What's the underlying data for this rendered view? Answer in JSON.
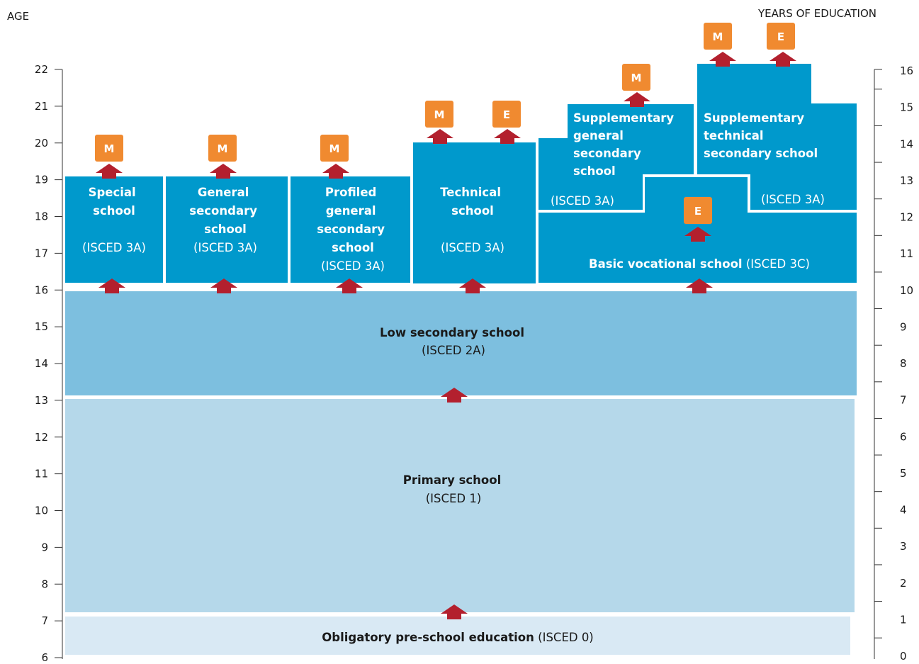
{
  "axes": {
    "left_title": "AGE",
    "right_title": "YEARS OF EDUCATION",
    "age_ticks": [
      "6",
      "7",
      "8",
      "9",
      "10",
      "11",
      "12",
      "13",
      "14",
      "15",
      "16",
      "17",
      "18",
      "19",
      "20",
      "21",
      "22"
    ],
    "year_ticks": [
      "0",
      "1",
      "2",
      "3",
      "4",
      "5",
      "6",
      "7",
      "8",
      "9",
      "10",
      "11",
      "12",
      "13",
      "14",
      "15",
      "16"
    ]
  },
  "colors": {
    "upper_secondary": "#0099cc",
    "low_secondary": "#7dbfdf",
    "primary": "#b5d8ea",
    "preschool": "#d9e9f4",
    "badge": "#f08a30",
    "arrow": "#b3202e"
  },
  "blocks": {
    "preschool": {
      "name": "Obligatory pre-school education",
      "isced": "(ISCED 0)"
    },
    "primary": {
      "name": "Primary school",
      "isced": "(ISCED 1)"
    },
    "low_secondary": {
      "name": "Low secondary school",
      "isced": "(ISCED 2A)"
    },
    "special": {
      "line1": "Special",
      "line2": "school",
      "isced": "(ISCED 3A)"
    },
    "general": {
      "line1": "General",
      "line2": "secondary",
      "line3": "school",
      "isced": "(ISCED 3A)"
    },
    "profiled": {
      "line1": "Profiled",
      "line2": "general",
      "line3": "secondary",
      "line4": "school",
      "isced": "(ISCED 3A)"
    },
    "technical": {
      "line1": "Technical",
      "line2": "school",
      "isced": "(ISCED 3A)"
    },
    "supp_general": {
      "line1": "Supplementary",
      "line2": "general",
      "line3": "secondary",
      "line4": "school",
      "isced": "(ISCED 3A)"
    },
    "supp_technical": {
      "line1": "Supplementary",
      "line2": "technical",
      "line3": "secondary school",
      "isced": "(ISCED 3A)"
    },
    "basic_vocational": {
      "name": "Basic vocational school",
      "isced": "(ISCED 3C)"
    }
  },
  "badges": {
    "special": "M",
    "general": "M",
    "profiled": "M",
    "technical_m": "M",
    "technical_e": "E",
    "supp_general": "M",
    "vocational": "E",
    "supp_technical_m": "M",
    "supp_technical_e": "E"
  }
}
